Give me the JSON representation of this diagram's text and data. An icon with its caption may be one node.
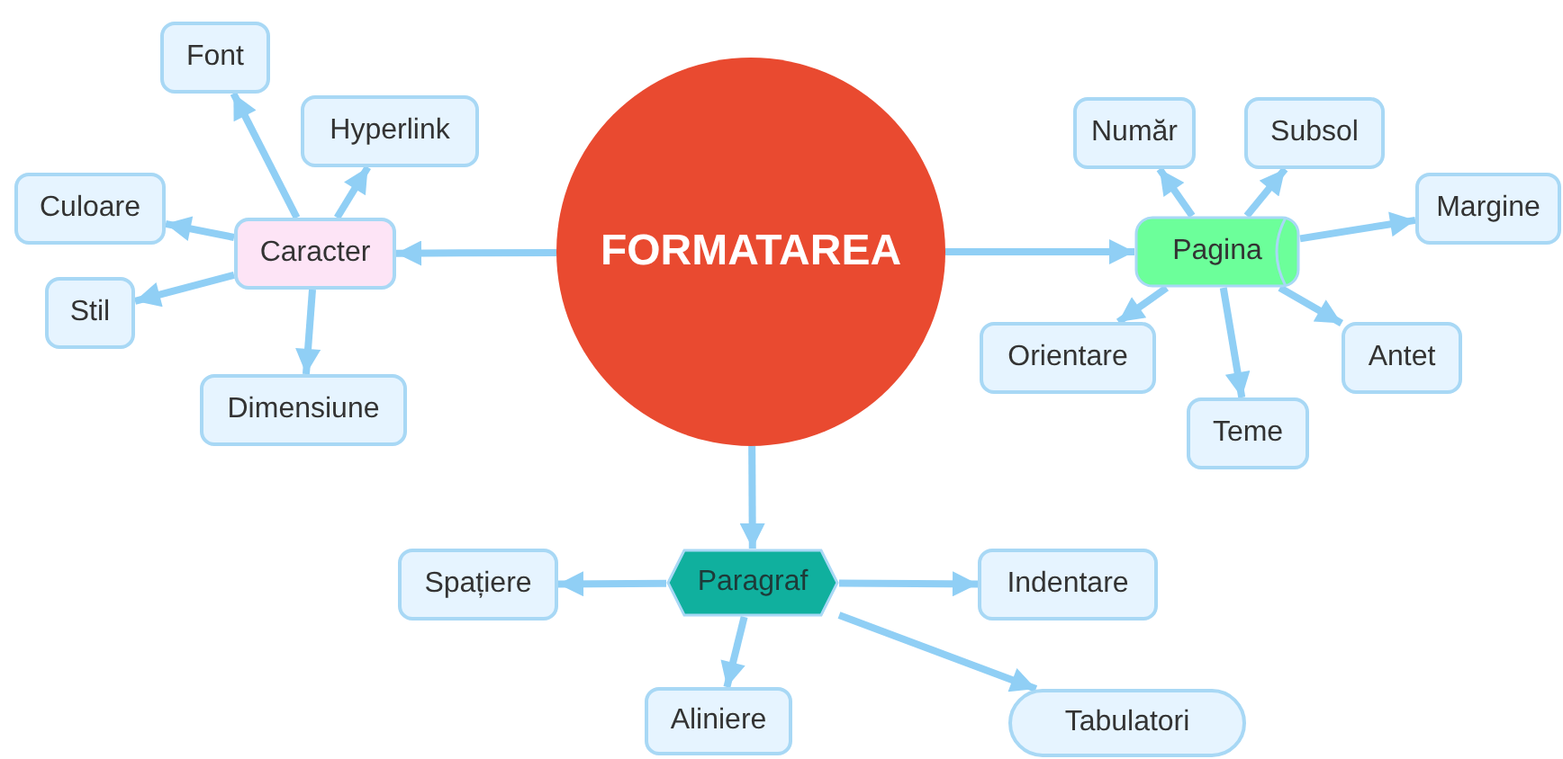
{
  "diagram": {
    "nodes": [
      {
        "text": [
          "FORMATAREA"
        ]
      },
      {
        "text": [
          "Caracter"
        ]
      },
      {
        "text": [
          "Font"
        ]
      },
      {
        "text": [
          "Hyperlink"
        ]
      },
      {
        "text": [
          "Culoare"
        ]
      },
      {
        "text": [
          "Stil"
        ]
      },
      {
        "text": [
          "Dimensiune"
        ]
      },
      {
        "text": [
          "Pagina"
        ]
      },
      {
        "text": [
          "Număr"
        ]
      },
      {
        "text": [
          "Subsol"
        ]
      },
      {
        "text": [
          "Margine"
        ]
      },
      {
        "text": [
          "Orientare"
        ]
      },
      {
        "text": [
          "Antet"
        ]
      },
      {
        "text": [
          "Teme"
        ]
      },
      {
        "text": [
          "Paragraf"
        ]
      },
      {
        "text": [
          "Spațiere"
        ]
      },
      {
        "text": [
          "Indentare"
        ]
      },
      {
        "text": [
          "Aliniere"
        ]
      },
      {
        "text": [
          "Tabulatori"
        ]
      }
    ],
    "edges": [
      {
        "from": 0,
        "to": 1,
        "arrow": "to"
      },
      {
        "from": 0,
        "to": 7,
        "arrow": "to"
      },
      {
        "from": 0,
        "to": 14,
        "arrow": "to"
      },
      {
        "from": 1,
        "to": 2,
        "arrow": "to"
      },
      {
        "from": 1,
        "to": 3,
        "arrow": "to"
      },
      {
        "from": 1,
        "to": 4,
        "arrow": "to"
      },
      {
        "from": 1,
        "to": 5,
        "arrow": "to"
      },
      {
        "from": 1,
        "to": 6,
        "arrow": "to"
      },
      {
        "from": 7,
        "to": 8,
        "arrow": "to"
      },
      {
        "from": 7,
        "to": 9,
        "arrow": "to"
      },
      {
        "from": 7,
        "to": 10,
        "arrow": "to"
      },
      {
        "from": 7,
        "to": 11,
        "arrow": "to"
      },
      {
        "from": 7,
        "to": 12,
        "arrow": "to"
      },
      {
        "from": 7,
        "to": 13,
        "arrow": "to"
      },
      {
        "from": 14,
        "to": 15,
        "arrow": "to"
      },
      {
        "from": 14,
        "to": 16,
        "arrow": "to"
      },
      {
        "from": 14,
        "to": 17,
        "arrow": "to"
      },
      {
        "from": 14,
        "to": 18,
        "arrow": "to"
      }
    ]
  }
}
